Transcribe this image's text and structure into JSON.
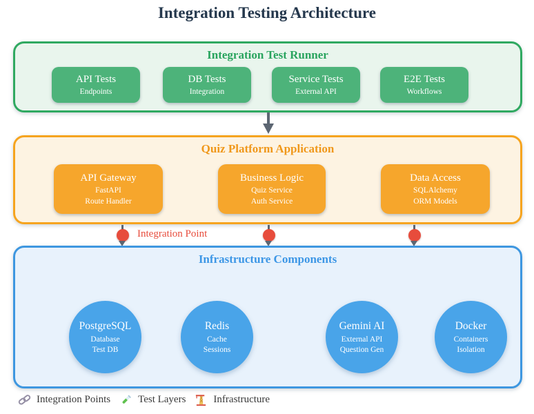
{
  "title": "Integration Testing Architecture",
  "layers": {
    "test_runner": {
      "title": "Integration Test Runner",
      "boxes": [
        {
          "title": "API Tests",
          "subtitle": "Endpoints"
        },
        {
          "title": "DB Tests",
          "subtitle": "Integration"
        },
        {
          "title": "Service Tests",
          "subtitle": "External API"
        },
        {
          "title": "E2E Tests",
          "subtitle": "Workflows"
        }
      ]
    },
    "application": {
      "title": "Quiz Platform Application",
      "boxes": [
        {
          "title": "API Gateway",
          "line1": "FastAPI",
          "line2": "Route Handler"
        },
        {
          "title": "Business Logic",
          "line1": "Quiz Service",
          "line2": "Auth Service"
        },
        {
          "title": "Data Access",
          "line1": "SQLAlchemy",
          "line2": "ORM Models"
        }
      ]
    },
    "infrastructure": {
      "title": "Infrastructure Components",
      "circles": [
        {
          "title": "PostgreSQL",
          "line1": "Database",
          "line2": "Test DB"
        },
        {
          "title": "Redis",
          "line1": "Cache",
          "line2": "Sessions"
        },
        {
          "title": "Gemini AI",
          "line1": "External API",
          "line2": "Question Gen"
        },
        {
          "title": "Docker",
          "line1": "Containers",
          "line2": "Isolation"
        }
      ]
    }
  },
  "connectors": {
    "integration_point_label": "Integration Point"
  },
  "legend": [
    {
      "icon": "link-icon",
      "label": "Integration Points"
    },
    {
      "icon": "test-tube-icon",
      "label": "Test Layers"
    },
    {
      "icon": "crane-icon",
      "label": "Infrastructure"
    }
  ],
  "colors": {
    "title": "#25384d",
    "test_runner_accent": "#30a961",
    "test_runner_node": "#4db37a",
    "application_accent": "#f6a41f",
    "application_node": "#f6a62c",
    "infrastructure_accent": "#3e97e0",
    "infrastructure_node": "#49a4e9",
    "integration_point": "#e74c3c",
    "arrow": "#5c6672"
  }
}
